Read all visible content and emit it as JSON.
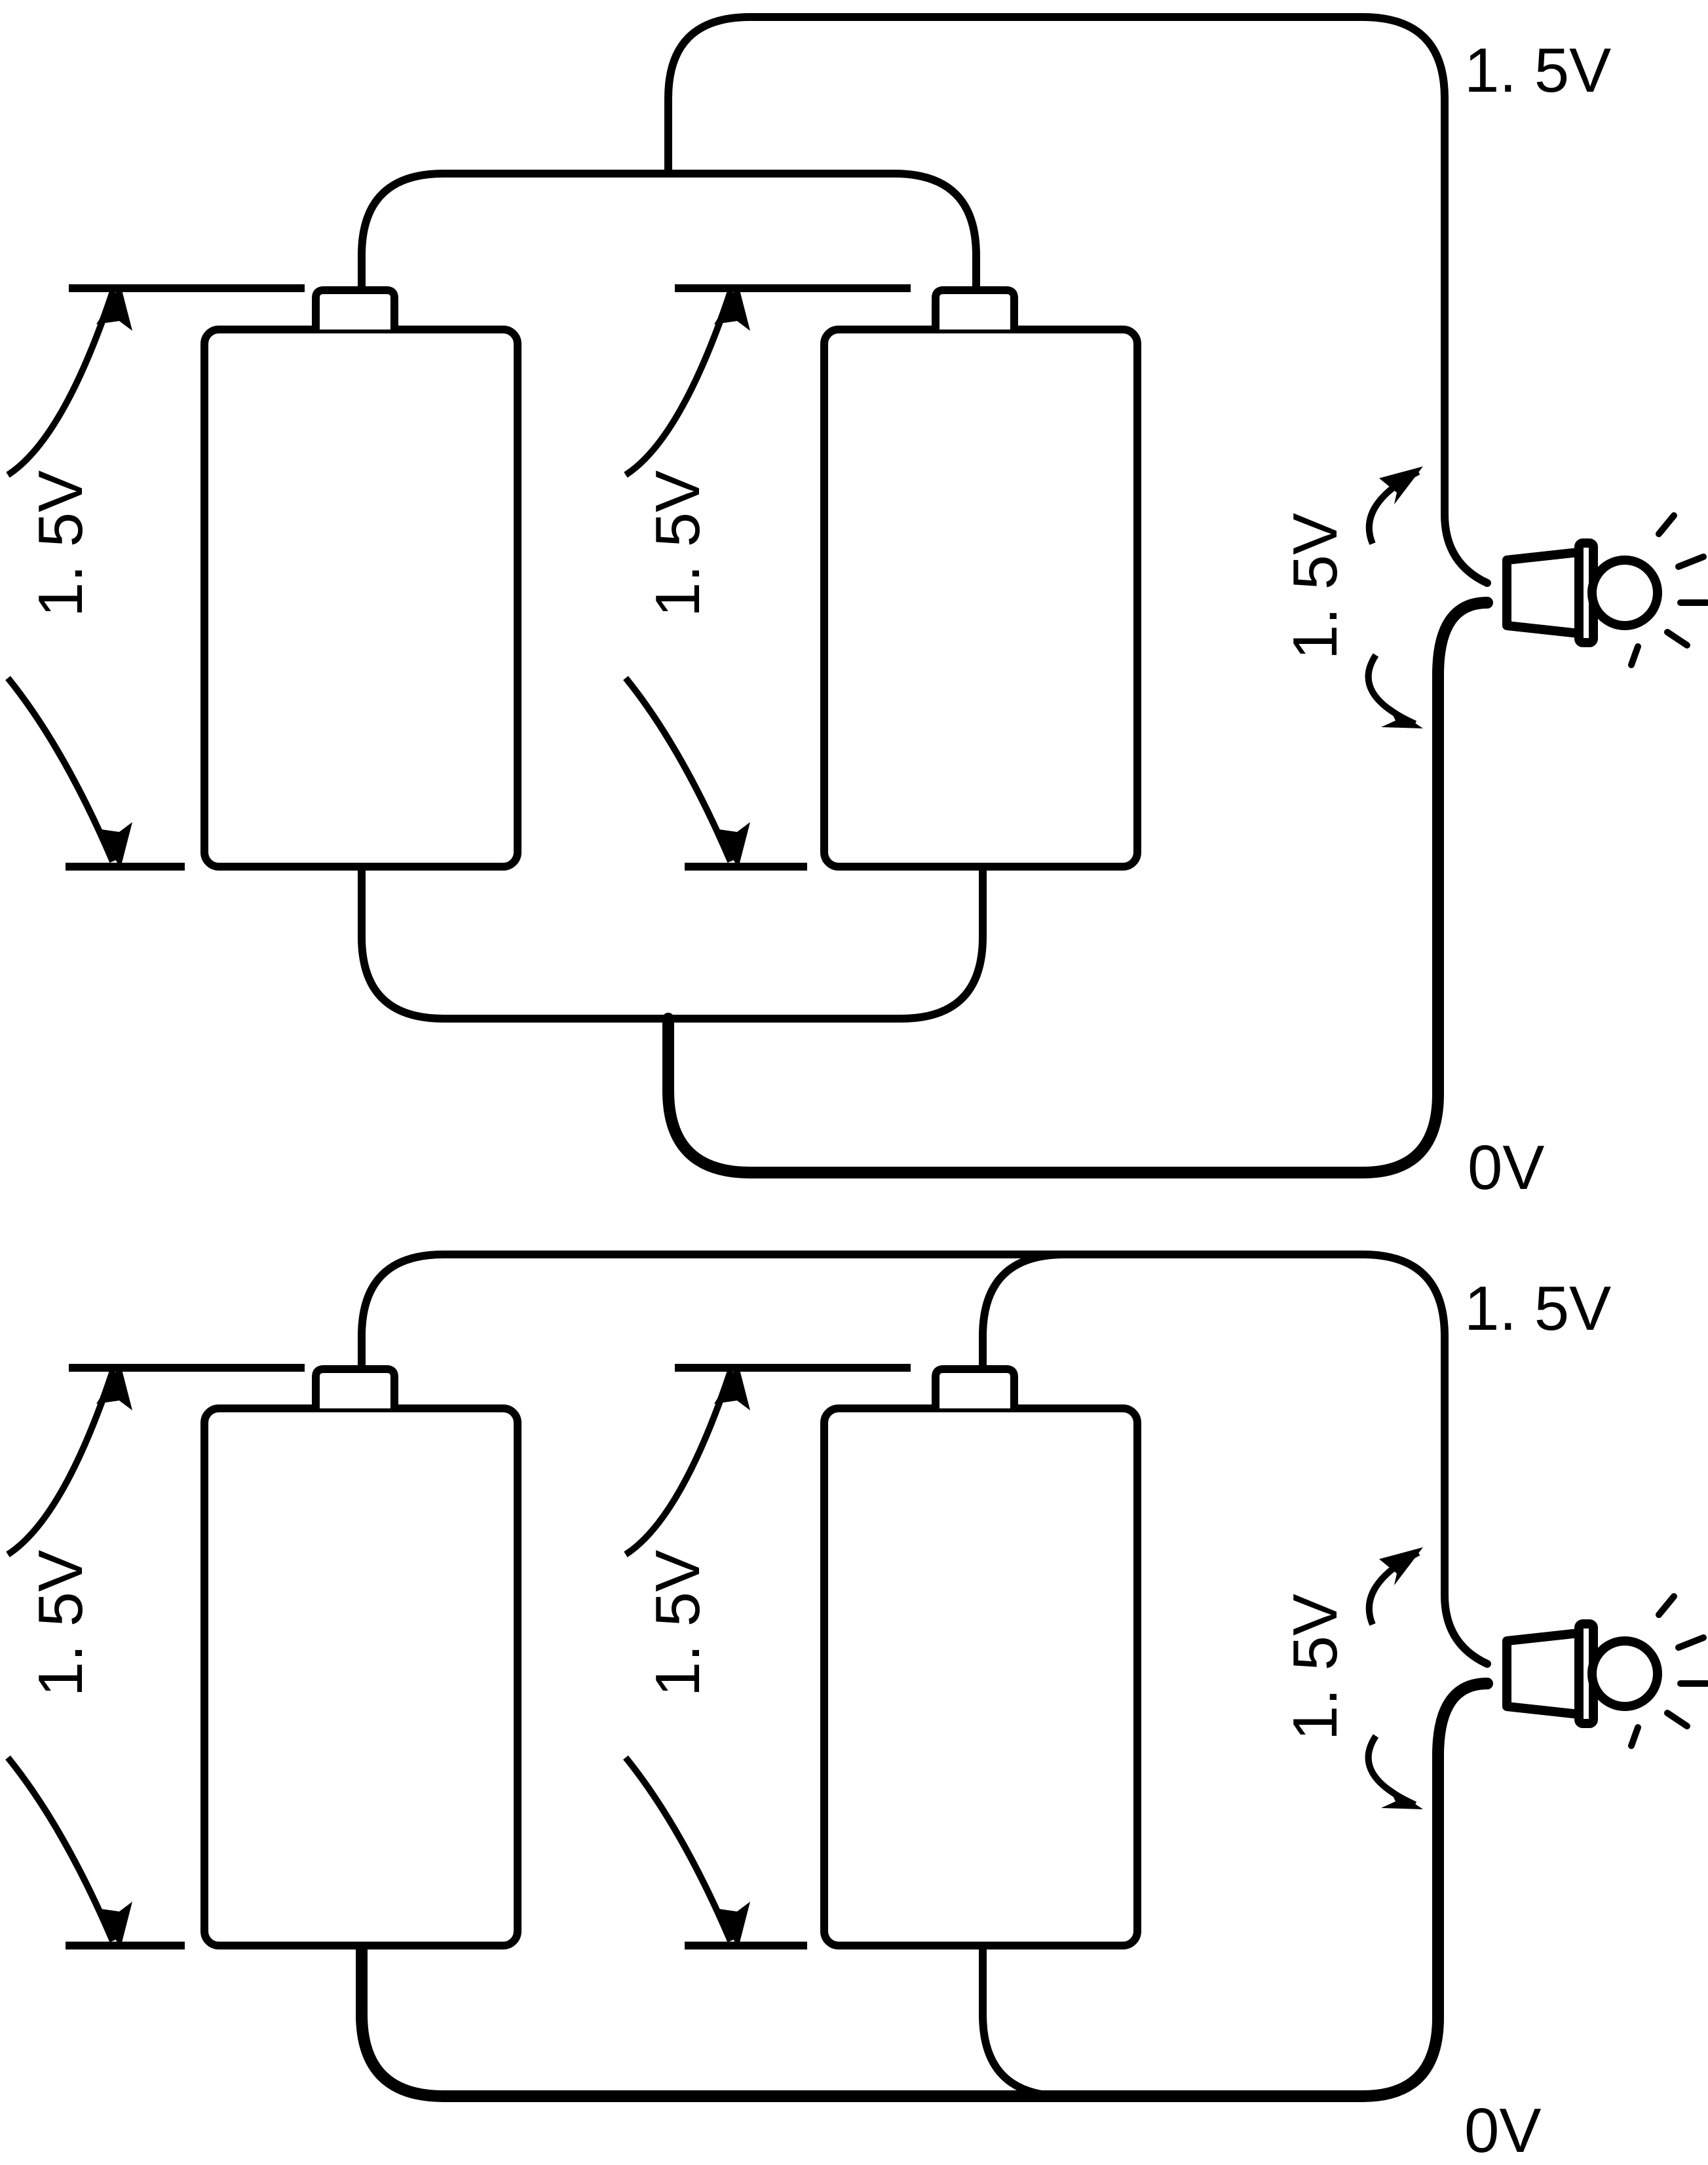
{
  "colors": {
    "ink": "#000000",
    "paper": "#ffffff"
  },
  "top_circuit": {
    "cell_left_label": "1. 5V",
    "cell_right_label": "1. 5V",
    "bulb_label": "1. 5V",
    "positive_terminal_label": "1. 5V",
    "ground_label": "0V"
  },
  "bottom_circuit": {
    "cell_left_label": "1. 5V",
    "cell_right_label": "1. 5V",
    "bulb_label": "1. 5V",
    "positive_terminal_label": "1. 5V",
    "ground_label": "0V"
  },
  "icons": {
    "cell": "battery-cell-icon",
    "bulb": "light-bulb-icon"
  }
}
